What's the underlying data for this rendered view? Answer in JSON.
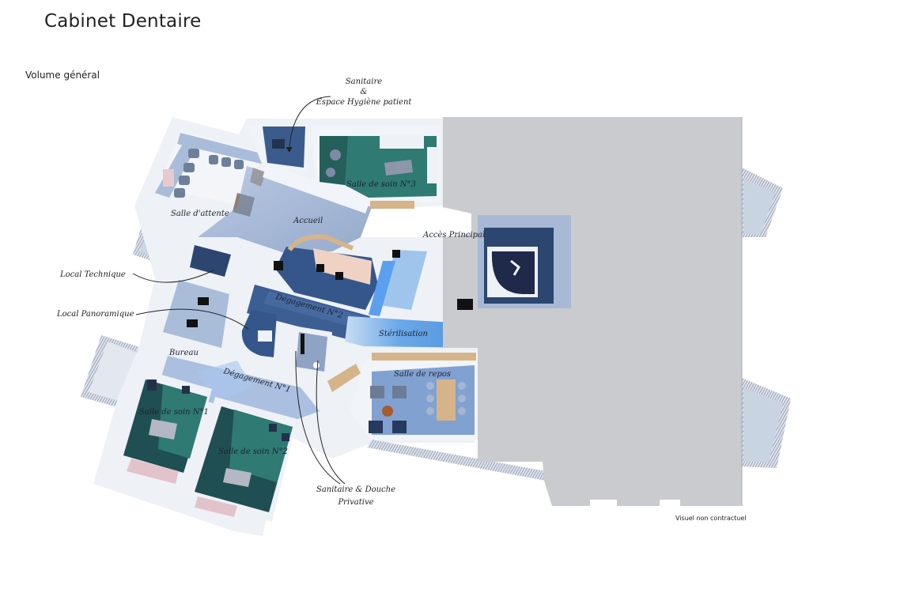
{
  "header": {
    "title": "Cabinet Dentaire",
    "section": "Volume général"
  },
  "footer": {
    "disclaimer": "Visuel non contractuel"
  },
  "colors": {
    "slab": "#c9cbcf",
    "wall": "#eef1f6",
    "floor_blue": "#5b7fb8",
    "floor_dark": "#2c4670",
    "care_room_teal": "#2f7a73",
    "care_room_dark": "#1f4f52",
    "sterilisation_blue": "#6aa9e8",
    "wood": "#d6b48a",
    "stair_dark": "#1f2a4a"
  },
  "callouts": {
    "sanitaire_patient": {
      "line1": "Sanitaire",
      "line2": "&",
      "line3": "Espace Hygiène patient"
    },
    "local_technique": "Local Technique",
    "local_panoramique": "Local Panoramique",
    "sanitaire_douche": {
      "line1": "Sanitaire & Douche",
      "line2": "Privative"
    }
  },
  "rooms": {
    "salle_attente": "Salle d'attente",
    "accueil": "Accueil",
    "salle_soin_3": "Salle de soin N°3",
    "acces_principal": "Accès Principal",
    "degagement_2": "Dégagement N°2",
    "sterilisation": "Stérilisation",
    "salle_repos": "Salle de repos",
    "bureau": "Bureau",
    "degagement_1": "Dégagement N°1",
    "salle_soin_1": "Salle de soin N°1",
    "salle_soin_2": "Salle de soin N°2"
  }
}
